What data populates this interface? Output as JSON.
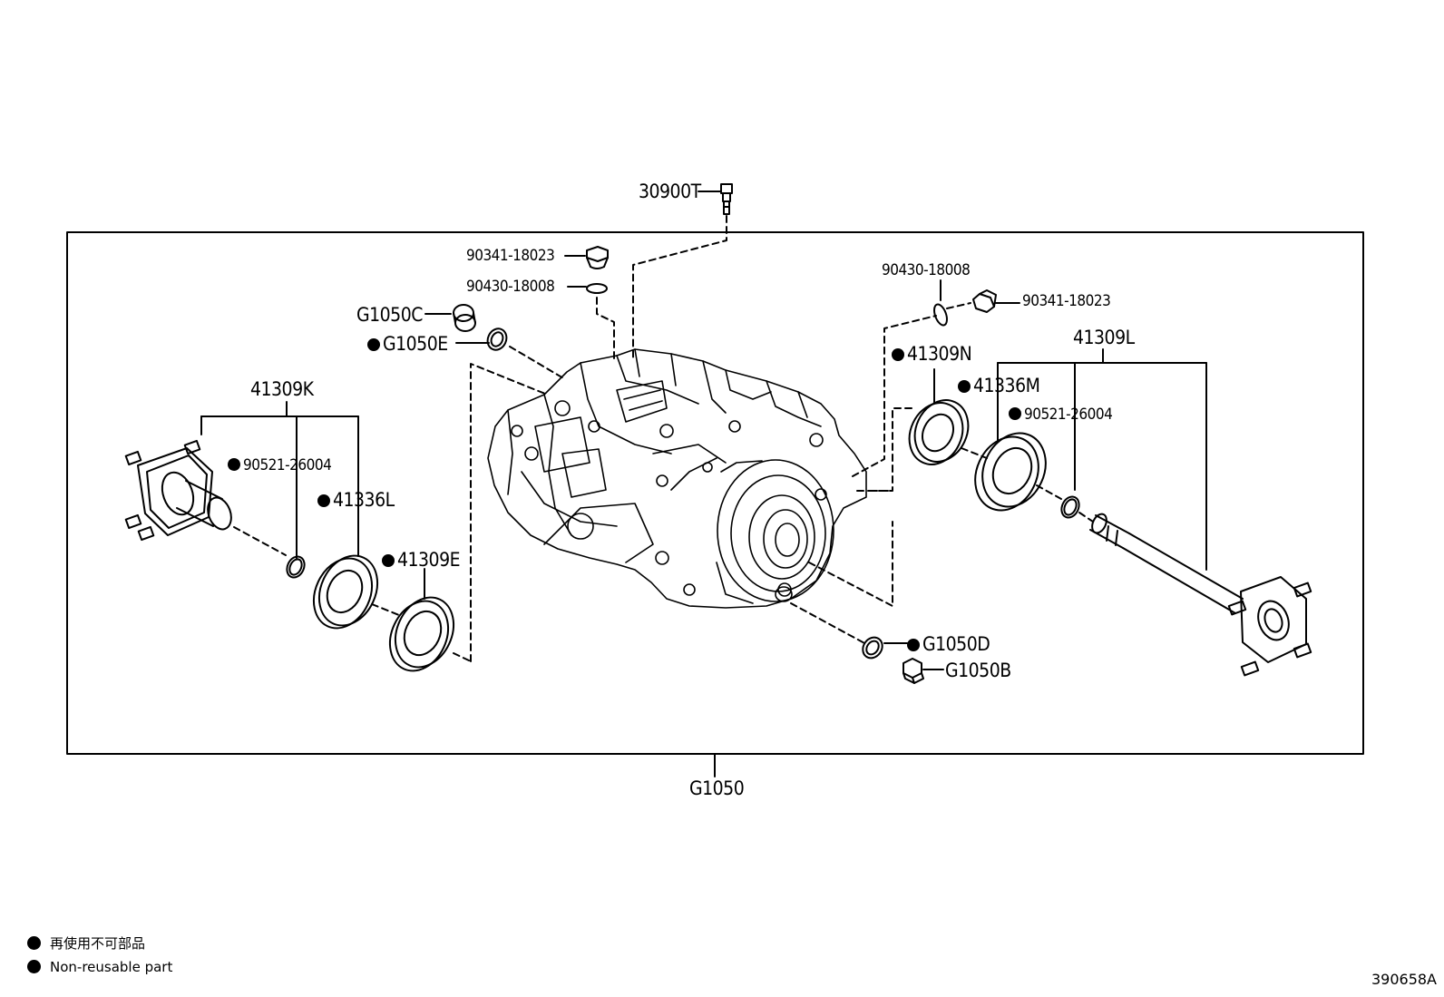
{
  "diagram": {
    "assembly_label": "G1050",
    "document_id": "390658A",
    "callouts": {
      "top_plug": "30900T",
      "left_plug": "90341-18023",
      "left_gasket": "90430-18008",
      "right_gasket": "90430-18008",
      "right_plug": "90341-18023",
      "c_part": "G1050C",
      "e_part": "G1050E",
      "d_part": "G1050D",
      "b_part": "G1050B",
      "left_shaft": "41309K",
      "left_snap_ring": "90521-26004",
      "left_seal": "41336L",
      "left_bearing": "41309E",
      "right_bearing": "41309N",
      "right_seal": "41336M",
      "right_snap_ring": "90521-26004",
      "right_shaft": "41309L"
    },
    "legend": [
      {
        "text": "再使用不可部品"
      },
      {
        "text": "Non-reusable part"
      }
    ]
  }
}
